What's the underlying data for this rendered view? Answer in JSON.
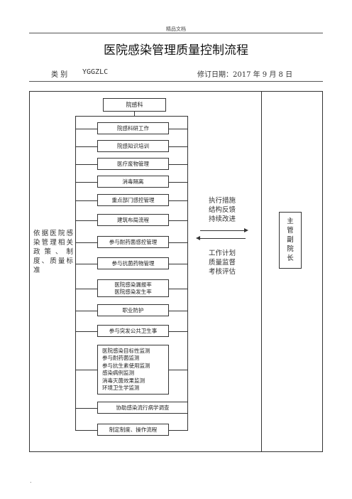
{
  "header": {
    "note": "精品文档"
  },
  "title": "医院感染管理质量控制流程",
  "meta": {
    "category_label": "类   别",
    "category_value": "YGGZLC",
    "revision": "修订日期：2017 年 9 月 8 日"
  },
  "chart": {
    "root": "院感科",
    "items": [
      "院感科研工作",
      "院感知识培训",
      "医疗废物管理",
      "消毒隔离",
      "重点部门感控管理",
      "建筑布局流程",
      "参与耐药菌感控管理",
      "参与抗菌药物管理",
      "医院感染漏报率\n医院感染发生率",
      "职业防护",
      "参与突发公共卫生事",
      "医院感染目标性监测\n参与耐药菌监测\n参与抗生素使用监测\n感染病例监测\n消毒灭菌效果监测\n环境卫生学监测",
      "协助感染流行病学调查",
      "制定制度、操作流程"
    ],
    "left_text": "依据医院感染管理相关政策、制度、质量标准",
    "right_top_text": "执行措施\n结构反馈\n持续改进",
    "right_bottom_text": "工作计划\n质量监督\n考核评估",
    "authority": "主管副院长"
  },
  "footer_dot": "."
}
